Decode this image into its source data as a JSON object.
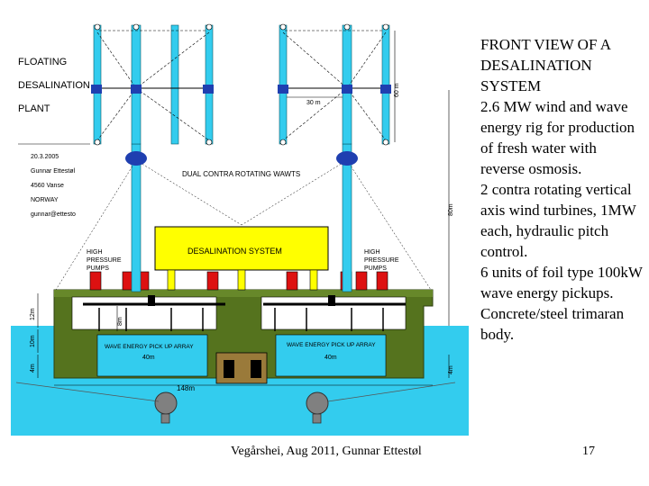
{
  "diagram": {
    "left_labels": [
      "FLOATING",
      "DESALINATION",
      "PLANT"
    ],
    "notes": [
      "20.3.2005",
      "Gunnar Ettestøl",
      "4560 Vanse",
      "NORWAY",
      "gunnar@ettesto"
    ],
    "center_label": "DUAL CONTRA ROTATING WAWTS",
    "desal_label": "DESALINATION SYSTEM",
    "hp_left": [
      "HIGH",
      "PRESSURE",
      "PUMPS"
    ],
    "hp_right": [
      "HIGH",
      "PRESSURE",
      "PUMPS"
    ],
    "wave_left": "WAVE ENERGY PICK UP ARRAY",
    "wave_right": "WAVE ENERGY PICK UP ARRAY",
    "dims": {
      "d30m": "30 m",
      "d40m_left": "40m",
      "d40m_right": "40m",
      "d148m": "148m",
      "d12m": "12m",
      "d10m": "10m",
      "d8m": "8m",
      "d4m_left": "4m",
      "d4m_right": "4m",
      "d60m": "60 m",
      "d80m": "80m"
    }
  },
  "side_text": [
    "FRONT VIEW OF A DESALINATION SYSTEM",
    "2.6 MW wind and wave energy rig for production of fresh water with reverse osmosis.",
    "2 contra rotating vertical axis wind turbines, 1MW each, hydraulic pitch control.",
    "6 units of foil type 100kW wave energy pickups.",
    "Concrete/steel trimaran body."
  ],
  "footer": {
    "credit": "Vegårshei, Aug 2011, Gunnar Ettestøl",
    "page": "17"
  },
  "colors": {
    "water": "#33ccee",
    "hull": "#55731e",
    "turbine": "#33ccee",
    "desal_box": "#ffff00",
    "pump": "#dd1111",
    "hub": "#1f3fb0"
  }
}
